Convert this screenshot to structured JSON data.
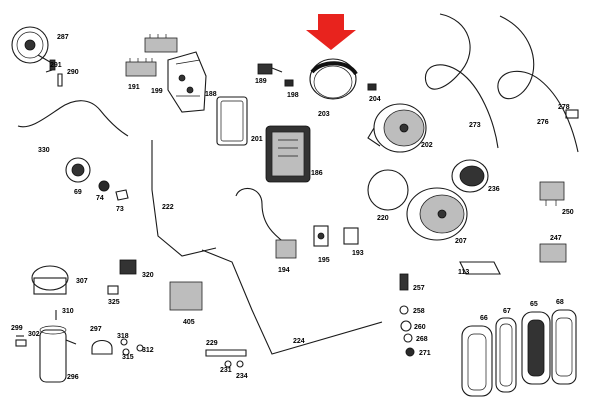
{
  "diagram": {
    "indicator": {
      "color": "#e8231e",
      "icon": "arrow-down-icon"
    },
    "labels": {
      "287": "287",
      "291": "291",
      "290": "290",
      "330": "330",
      "191": "191",
      "199": "199",
      "188": "188",
      "189": "189",
      "198": "198",
      "203": "203",
      "204": "204",
      "201": "201",
      "186": "186",
      "202": "202",
      "273": "273",
      "276": "276",
      "278": "278",
      "69": "69",
      "74": "74",
      "73": "73",
      "222": "222",
      "236": "236",
      "250": "250",
      "220": "220",
      "207": "207",
      "194": "194",
      "195": "195",
      "193": "193",
      "247": "247",
      "113": "113",
      "307": "307",
      "320": "320",
      "325": "325",
      "405": "405",
      "257": "257",
      "258": "258",
      "310": "310",
      "299": "299",
      "302": "302",
      "297": "297",
      "318": "318",
      "315": "315",
      "312": "312",
      "224": "224",
      "229": "229",
      "260": "260",
      "268": "268",
      "271": "271",
      "66": "66",
      "67": "67",
      "65": "65",
      "68": "68",
      "296": "296",
      "231": "231",
      "234": "234"
    }
  }
}
